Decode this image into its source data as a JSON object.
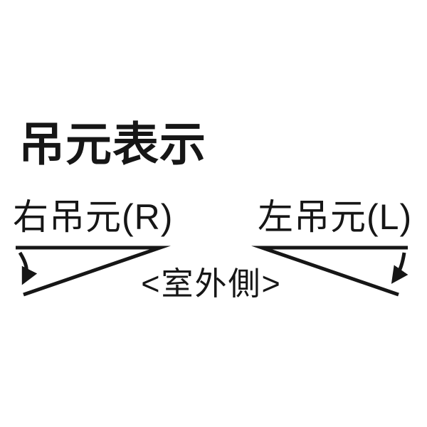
{
  "colors": {
    "background": "#ffffff",
    "ink": "#161616"
  },
  "title": "吊元表示",
  "labels": {
    "right_hinge": "右吊元(R)",
    "left_hinge": "左吊元(L)",
    "outdoor_side": "<室外側>"
  }
}
